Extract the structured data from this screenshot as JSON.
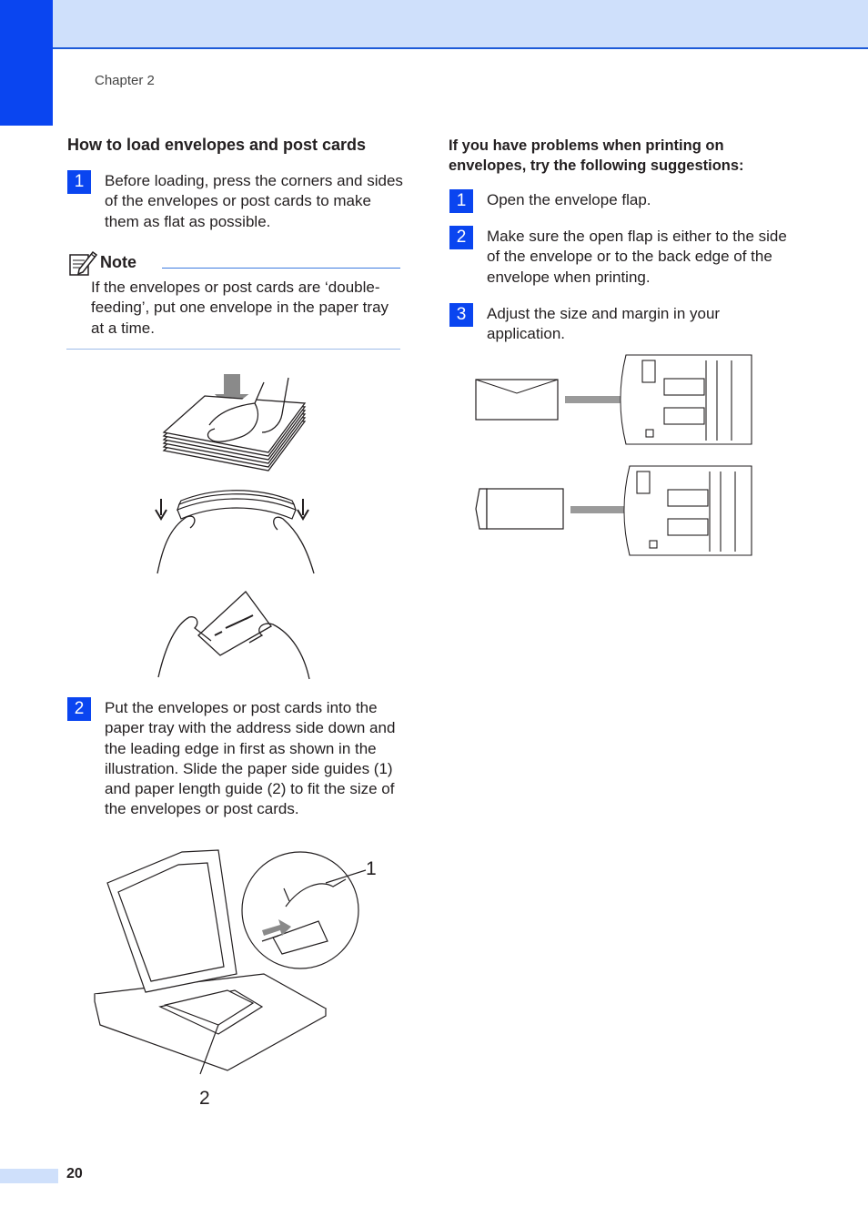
{
  "header": {
    "chapter": "Chapter 2"
  },
  "left": {
    "heading": "How to load envelopes and post cards",
    "step1": {
      "num": "1",
      "text": "Before loading, press the corners and sides of the envelopes or post cards to make them as flat as possible."
    },
    "note": {
      "title": "Note",
      "text": "If the envelopes or post cards are ‘double-feeding’, put one envelope in the paper tray at a time."
    },
    "step2": {
      "num": "2",
      "text": "Put the envelopes or post cards into the paper tray with the address side down and the leading edge in first as shown in the illustration. Slide the paper side guides (1) and paper length guide (2) to fit the size of the envelopes or post cards."
    },
    "callouts": {
      "c1": "1",
      "c2": "2"
    }
  },
  "right": {
    "heading": "If you have problems when printing on envelopes, try the following suggestions:",
    "steps": [
      {
        "num": "1",
        "text": "Open the envelope flap."
      },
      {
        "num": "2",
        "text": "Make sure the open flap is either to the side of the envelope or to the back edge of the envelope when printing."
      },
      {
        "num": "3",
        "text": "Adjust the size and margin in your application."
      }
    ]
  },
  "footer": {
    "page": "20"
  },
  "colors": {
    "accent": "#0a45f0",
    "band": "#cfe0fb",
    "rule": "#3d7be0"
  },
  "icons": {
    "note": "note-pencil-icon",
    "illustrations": [
      "press-envelopes-illustration",
      "flex-envelopes-illustration",
      "straighten-edges-illustration",
      "tray-loading-illustration",
      "envelope-orientation-illustration"
    ]
  }
}
